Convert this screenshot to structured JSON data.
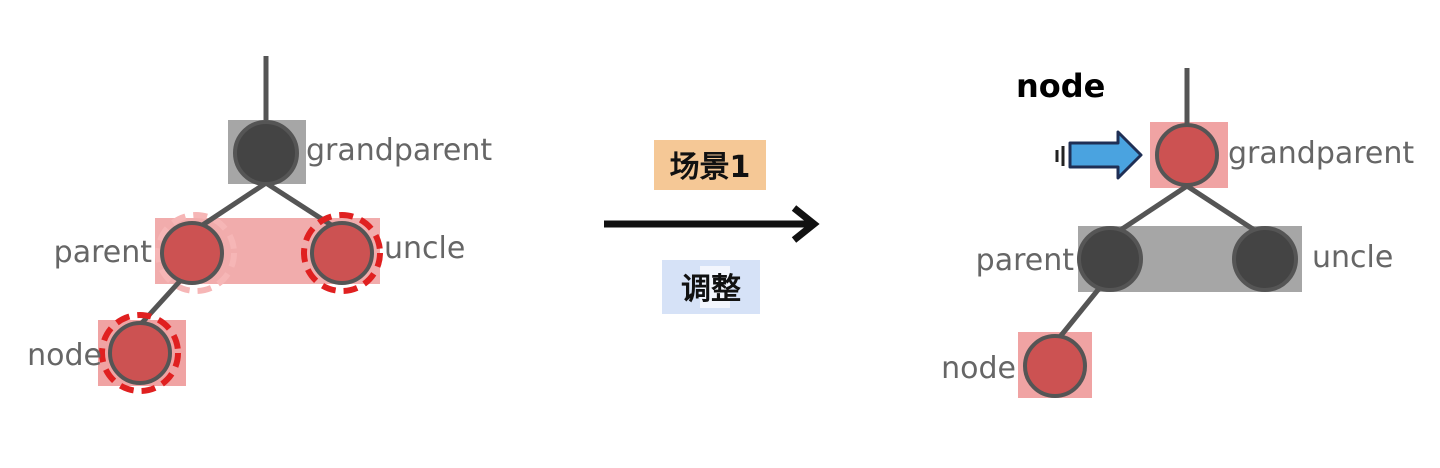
{
  "before": {
    "grandparent": "grandparent",
    "parent": "parent",
    "uncle": "uncle",
    "node": "node"
  },
  "transition": {
    "case_label": "场景1",
    "action_label": "调整"
  },
  "after": {
    "node_pointer": "node",
    "grandparent": "grandparent",
    "parent": "parent",
    "uncle": "uncle",
    "node": "node"
  },
  "colors": {
    "red_node": "#cc5252",
    "black_node": "#444444",
    "edge": "#555555",
    "red_highlight": "#f0a3a3",
    "gray_highlight": "#a6a6a6",
    "dashed_ring": "#e02020",
    "case_tag_bg": "#f5c896",
    "action_tag_bg": "#d6e2f7",
    "pointer_arrow": "#4aa3e0"
  }
}
